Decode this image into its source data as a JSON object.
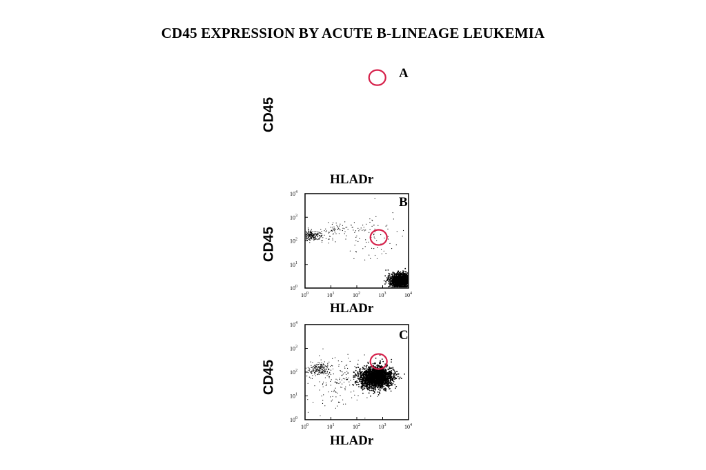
{
  "title": "CD45 EXPRESSION BY ACUTE B-LINEAGE LEUKEMIA",
  "colors": {
    "circle": "#d6204a",
    "dots": "#000000"
  },
  "chart_data": [
    {
      "type": "scatter",
      "panel": "A",
      "title": "A",
      "xlabel": "HLADr",
      "ylabel": "CD45",
      "xscale": "log",
      "yscale": "log",
      "xlim": [
        1,
        10000
      ],
      "ylim": [
        1,
        10000
      ],
      "axes_visible": false,
      "x_ticks": [],
      "y_ticks": [],
      "clusters": [],
      "circle": {
        "x": 620,
        "y": 3000
      }
    },
    {
      "type": "scatter",
      "panel": "B",
      "title": "B",
      "xlabel": "HLADr",
      "ylabel": "CD45",
      "xscale": "log",
      "yscale": "log",
      "xlim": [
        1,
        10000
      ],
      "ylim": [
        1,
        10000
      ],
      "axes_visible": true,
      "x_ticks": [
        "0",
        "1",
        "2",
        "3",
        "4"
      ],
      "y_ticks": [
        "0",
        "1",
        "2",
        "3",
        "4"
      ],
      "clusters": [
        {
          "x": 5000,
          "y": 2,
          "density": "dense",
          "count": 1400,
          "spread": [
            0.22,
            0.16
          ]
        },
        {
          "x": 1.8,
          "y": 170,
          "density": "medium",
          "count": 260,
          "spread": [
            0.25,
            0.12
          ]
        },
        {
          "x": 20,
          "y": 300,
          "density": "sparse",
          "count": 60,
          "spread": [
            0.3,
            0.15
          ]
        },
        {
          "x": 500,
          "y": 150,
          "density": "sparse",
          "count": 80,
          "spread": [
            0.5,
            0.5
          ]
        }
      ],
      "circle": {
        "x": 700,
        "y": 140
      }
    },
    {
      "type": "scatter",
      "panel": "C",
      "title": "C",
      "xlabel": "HLADr",
      "ylabel": "CD45",
      "xscale": "log",
      "yscale": "log",
      "xlim": [
        1,
        10000
      ],
      "ylim": [
        1,
        10000
      ],
      "axes_visible": true,
      "x_ticks": [
        "0",
        "1",
        "2",
        "3",
        "4"
      ],
      "y_ticks": [
        "0",
        "1",
        "2",
        "3",
        "4"
      ],
      "clusters": [
        {
          "x": 550,
          "y": 60,
          "density": "dense",
          "count": 2000,
          "spread": [
            0.32,
            0.24
          ]
        },
        {
          "x": 3.5,
          "y": 130,
          "density": "medium",
          "count": 200,
          "spread": [
            0.22,
            0.14
          ]
        },
        {
          "x": 20,
          "y": 30,
          "density": "sparse",
          "count": 140,
          "spread": [
            0.55,
            0.55
          ]
        }
      ],
      "circle": {
        "x": 700,
        "y": 280
      }
    }
  ]
}
